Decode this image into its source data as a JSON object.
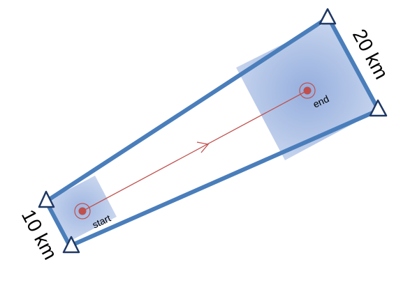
{
  "colors": {
    "outline": "#4a7ebb",
    "area_fill": "#8faadc",
    "path": "#c0504d",
    "text": "#000000",
    "background": "#ffffff"
  },
  "icons": {
    "corner_marker": "triangle-outline-icon",
    "point_marker": "target-circle-icon",
    "direction_marker": "arrowhead-icon"
  },
  "labels": {
    "start": "start",
    "end": "end",
    "start_width": "10 km",
    "end_width": "20 km"
  }
}
